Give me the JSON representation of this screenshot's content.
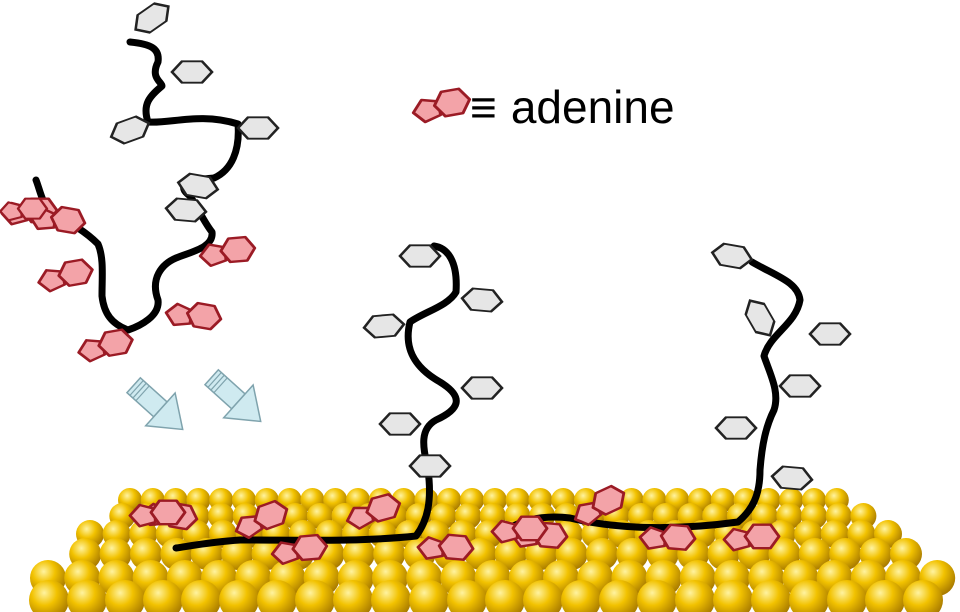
{
  "legend": {
    "icon": "adenine-ring-icon",
    "equiv_symbol": "≡",
    "label": "adenine"
  },
  "colors": {
    "adenine_fill": "#f3a3a8",
    "adenine_stroke": "#9b1b25",
    "base_fill": "#e6e6e6",
    "base_stroke": "#222222",
    "backbone": "#000000",
    "gold": "#e6b400",
    "gold_dark": "#b38600",
    "arrow_fill": "#cfeaf0",
    "arrow_stroke": "#7fa3ad"
  },
  "chains": [
    {
      "id": "free-chain",
      "adenine_count": 7,
      "other_base_count": 6
    },
    {
      "id": "adsorbed-chain-1",
      "adenine_count": 6,
      "other_base_count": 6
    },
    {
      "id": "adsorbed-chain-2",
      "adenine_count": 5,
      "other_base_count": 6
    }
  ]
}
